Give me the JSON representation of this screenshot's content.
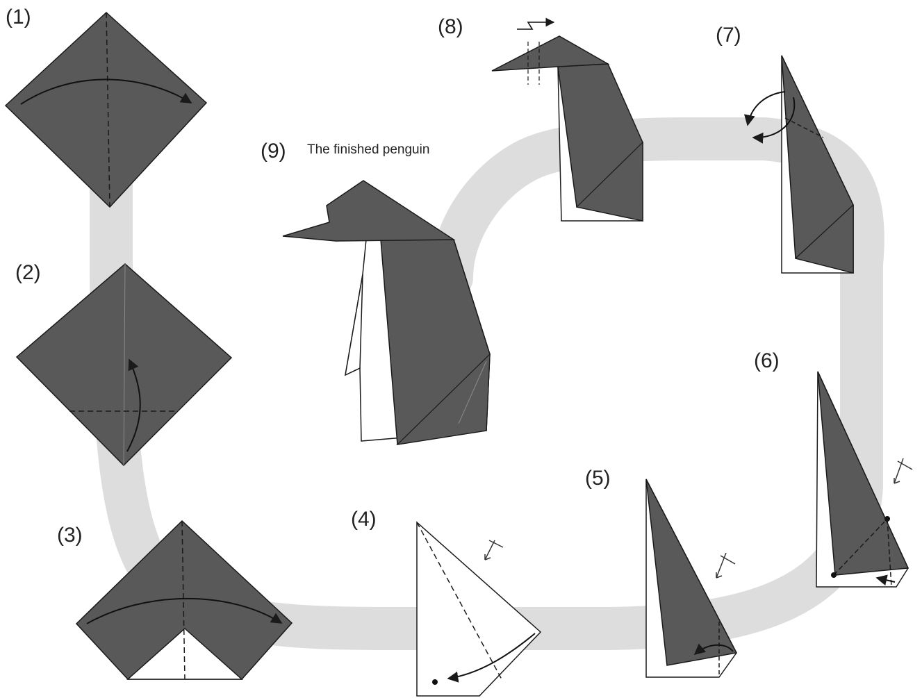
{
  "colors": {
    "paper_dark": "#595959",
    "paper_light": "#ffffff",
    "outline": "#1a1a1a",
    "path_band": "#dddddd"
  },
  "steps": [
    {
      "label": "(1)",
      "icon": "square-diamond-with-fold-arrow"
    },
    {
      "label": "(2)",
      "icon": "diamond-with-fold-up-arrow"
    },
    {
      "label": "(3)",
      "icon": "folded-triangle-with-arrow"
    },
    {
      "label": "(4)",
      "icon": "white-kite-with-fold-arrow"
    },
    {
      "label": "(5)",
      "icon": "narrow-kite-with-fold"
    },
    {
      "label": "(6)",
      "icon": "narrow-kite-with-pleat"
    },
    {
      "label": "(7)",
      "icon": "tall-shape-with-reverse-fold"
    },
    {
      "label": "(8)",
      "icon": "penguin-with-head-pleat"
    },
    {
      "label": "(9)",
      "icon": "finished-penguin"
    }
  ],
  "caption": "The finished penguin"
}
